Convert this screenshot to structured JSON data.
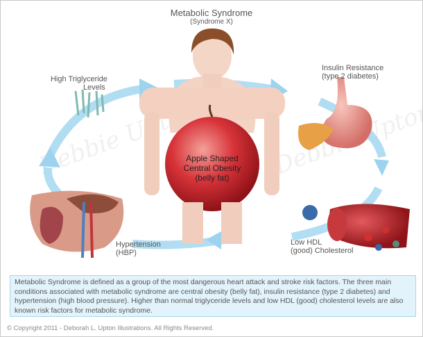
{
  "title": "Metabolic Syndrome",
  "subtitle": "(Syndrome X)",
  "labels": {
    "triglyceride": [
      "High Triglyceride",
      "Levels"
    ],
    "insulin": [
      "Insulin Resistance",
      "(type 2 diabetes)"
    ],
    "apple": [
      "Apple Shaped",
      "Central Obesity",
      "(belly fat)"
    ],
    "hdl": [
      "Low HDL",
      "(good) Cholesterol"
    ],
    "hypertension": [
      "Hypertension",
      "(HBP)"
    ]
  },
  "description": "Metabolic Syndrome is defined as a group of the most dangerous heart attack and stroke risk factors. The three main conditions associated with metabolic syndrome are central obesity (belly fat), insulin resistance (type 2 diabetes) and hypertension (high blood pressure). Higher than normal triglyceride levels and low HDL (good) cholesterol levels are also known risk factors for metabolic syndrome.",
  "copyright": "© Copyright 2011 - Deborah L. Upton Illustrations. All Rights Reserved.",
  "watermark": "Debbie Upton medical illustrator",
  "colors": {
    "arrow": "#a9daf2",
    "apple": "#c8262c",
    "box_bg": "#e2f3fb"
  }
}
